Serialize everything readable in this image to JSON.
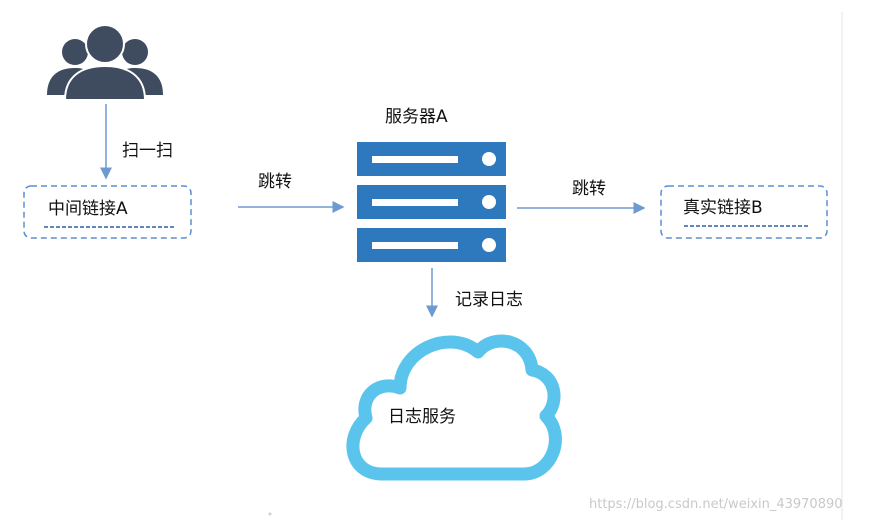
{
  "users_icon": "users-group-icon",
  "server_icon": "server-rack-icon",
  "cloud_icon": "cloud-icon",
  "labels": {
    "scan": "扫一扫",
    "middle_link": "中间链接A",
    "jump_left": "跳转",
    "server": "服务器A",
    "jump_right": "跳转",
    "real_link": "真实链接B",
    "record_log": "记录日志",
    "log_service": "日志服务"
  },
  "watermark": "https://blog.csdn.net/weixin_43970890",
  "colors": {
    "icon_dark": "#3f4b5f",
    "server_blue": "#2e78bd",
    "arrow": "#6d9ad0",
    "dash_box": "#5b8fd0",
    "cloud": "#5bc4ec"
  }
}
